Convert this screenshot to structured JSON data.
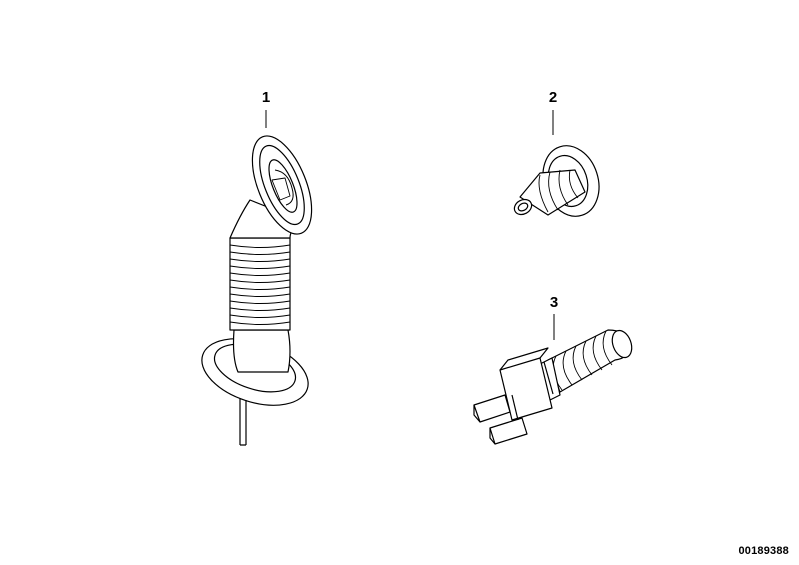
{
  "parts": [
    {
      "number": "1",
      "icon": "grommet-wire-harness-icon"
    },
    {
      "number": "2",
      "icon": "grommet-small-icon"
    },
    {
      "number": "3",
      "icon": "cable-grommet-clip-icon"
    }
  ],
  "diagram_id": "00189388",
  "colors": {
    "line": "#000000",
    "background": "#ffffff"
  }
}
